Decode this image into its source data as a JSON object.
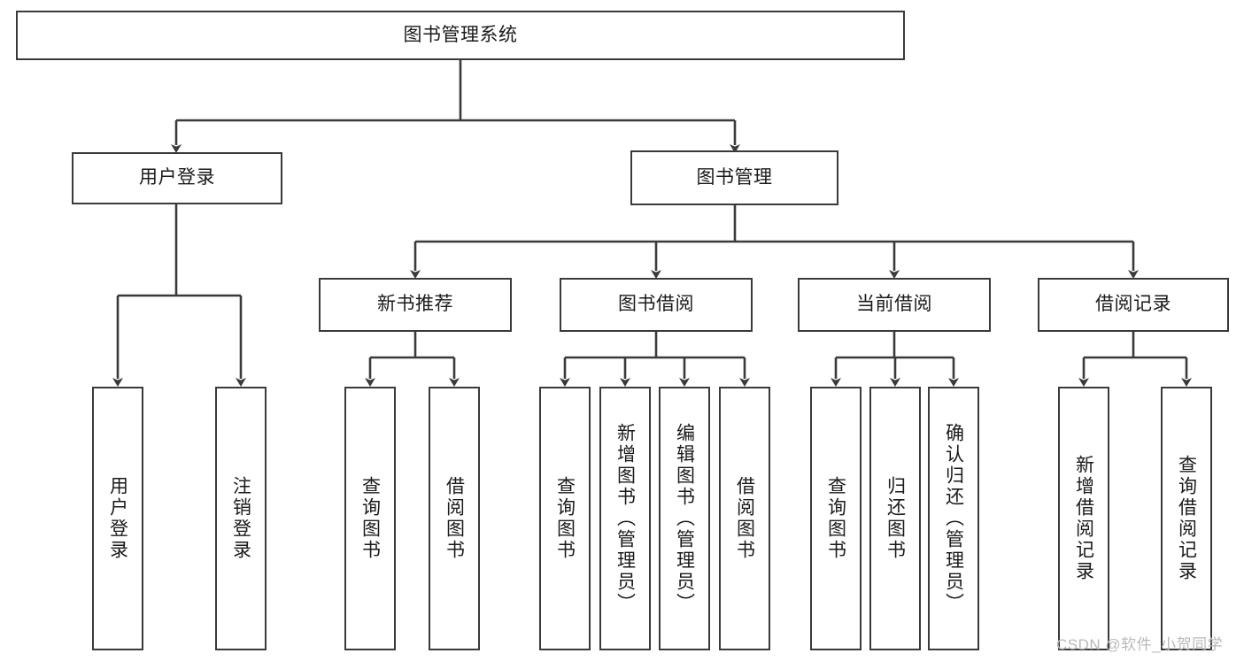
{
  "diagram": {
    "type": "hierarchy-tree",
    "title": "图书管理系统",
    "root": {
      "id": "root",
      "label": "图书管理系统"
    },
    "level1": [
      {
        "id": "user-login",
        "label": "用户登录"
      },
      {
        "id": "book-manage",
        "label": "图书管理"
      }
    ],
    "level2": [
      {
        "id": "new-book-recommend",
        "label": "新书推荐",
        "parent": "book-manage"
      },
      {
        "id": "book-borrow",
        "label": "图书借阅",
        "parent": "book-manage"
      },
      {
        "id": "current-borrow",
        "label": "当前借阅",
        "parent": "book-manage"
      },
      {
        "id": "borrow-record",
        "label": "借阅记录",
        "parent": "book-manage"
      }
    ],
    "leaves": [
      {
        "id": "leaf-user-login",
        "label": "用户登录",
        "parent": "user-login"
      },
      {
        "id": "leaf-user-logout",
        "label": "注销登录",
        "parent": "user-login"
      },
      {
        "id": "leaf-query-book-1",
        "label": "查询图书",
        "parent": "new-book-recommend"
      },
      {
        "id": "leaf-borrow-book-1",
        "label": "借阅图书",
        "parent": "new-book-recommend"
      },
      {
        "id": "leaf-query-book-2",
        "label": "查询图书",
        "parent": "book-borrow"
      },
      {
        "id": "leaf-add-book",
        "label": "新增图书（管理员）",
        "parent": "book-borrow"
      },
      {
        "id": "leaf-edit-book",
        "label": "编辑图书（管理员）",
        "parent": "book-borrow"
      },
      {
        "id": "leaf-borrow-book-2",
        "label": "借阅图书",
        "parent": "book-borrow"
      },
      {
        "id": "leaf-query-book-3",
        "label": "查询图书",
        "parent": "current-borrow"
      },
      {
        "id": "leaf-return-book",
        "label": "归还图书",
        "parent": "current-borrow"
      },
      {
        "id": "leaf-confirm-return",
        "label": "确认归还（管理员）",
        "parent": "current-borrow"
      },
      {
        "id": "leaf-add-record",
        "label": "新增借阅记录",
        "parent": "borrow-record"
      },
      {
        "id": "leaf-query-record",
        "label": "查询借阅记录",
        "parent": "borrow-record"
      }
    ],
    "colors": {
      "stroke": "#3a3a3a",
      "fill": "#ffffff",
      "text": "#1a1a1a",
      "watermark": "#b9b9b9"
    }
  },
  "watermark": {
    "text": "CSDN @软件_小贺同学"
  }
}
